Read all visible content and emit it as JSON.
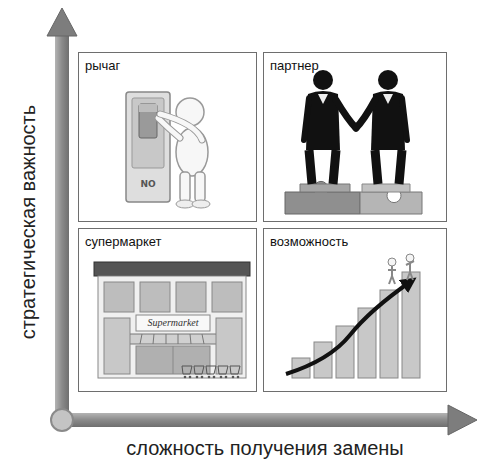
{
  "diagram": {
    "nodes": [
      {
        "text": [
          "рычаг"
        ]
      },
      {
        "text": [
          "партнер"
        ]
      },
      {
        "text": [
          "супермаркет"
        ]
      },
      {
        "text": [
          "возможность"
        ]
      }
    ],
    "edges": [],
    "labels": [
      "стратегическая важность",
      "сложность получения замены",
      "NO",
      "Supermarket"
    ]
  }
}
